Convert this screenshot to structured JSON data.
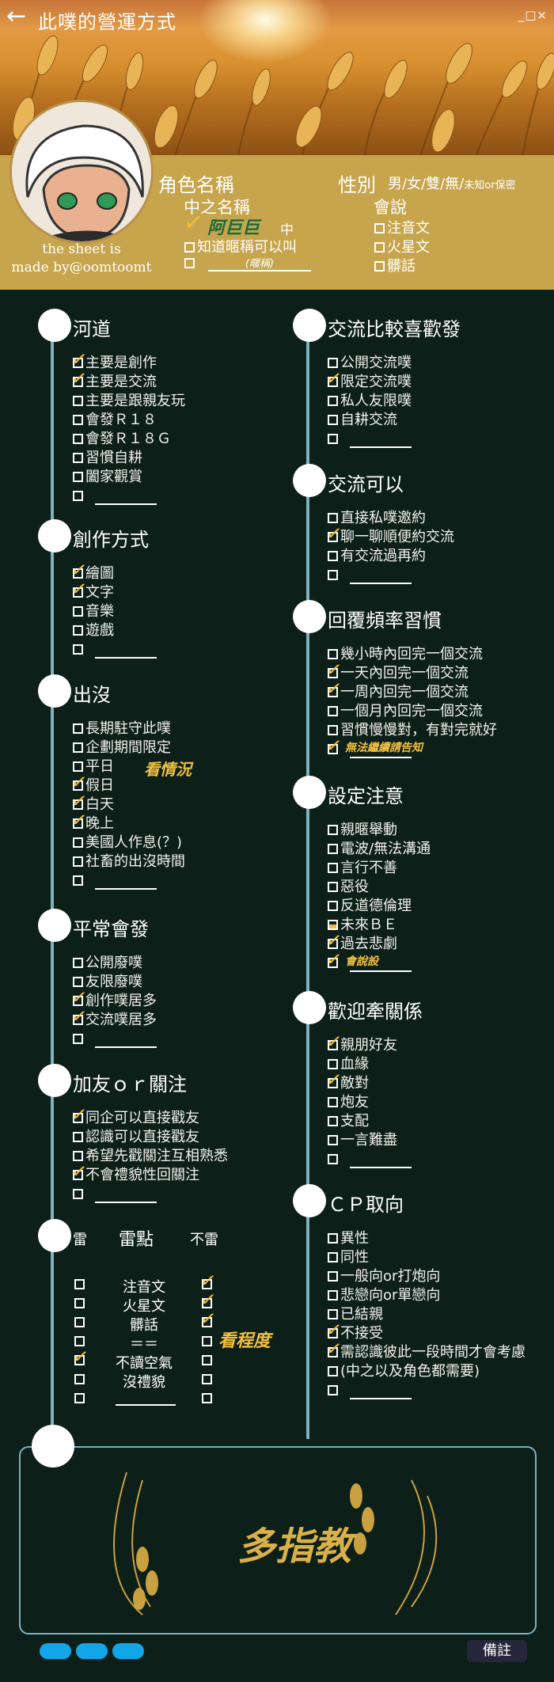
{
  "header": {
    "title": "此噗的營運方式",
    "window_controls": "_□×",
    "credit_line1": "the sheet is",
    "credit_line2": "made by@oomtoomt"
  },
  "info": {
    "role_name_label": "角色名稱",
    "gender_label": "性別",
    "gender_options": "男/女/雙/無/",
    "gender_unknown": "未知or保密",
    "nickname_label": "中之名稱",
    "nickname_value": "阿巨巨",
    "nickname_suffix": "中",
    "nickname_opt2": "知道暱稱可以叫",
    "nickname_blank_hint": "(暱稱)",
    "lang_label": "會說",
    "lang_opts": [
      "注音文",
      "火星文",
      "髒話"
    ]
  },
  "left": {
    "hedao": {
      "title": "河道",
      "items": [
        "主要是創作",
        "主要是交流",
        "主要是跟親友玩",
        "會發Ｒ１８",
        "會發Ｒ１８Ｇ",
        "習慣自耕",
        "闔家觀賞",
        ""
      ]
    },
    "create": {
      "title": "創作方式",
      "items": [
        "繪圖",
        "文字",
        "音樂",
        "遊戲",
        ""
      ]
    },
    "active": {
      "title": "出沒",
      "items": [
        "長期駐守此噗",
        "企劃期間限定",
        "平日",
        "假日",
        "白天",
        "晚上",
        "美國人作息(？)",
        "社畜的出沒時間",
        ""
      ],
      "note": "看情況"
    },
    "posts": {
      "title": "平常會發",
      "items": [
        "公開廢噗",
        "友限廢噗",
        "創作噗居多",
        "交流噗居多",
        ""
      ]
    },
    "friend": {
      "title": "加友ｏｒ關注",
      "items": [
        "同企可以直接戳友",
        "認識可以直接戳友",
        "希望先戳關注互相熟悉",
        "不會禮貌性回關注",
        ""
      ]
    },
    "mine": {
      "title": "雷",
      "head_mid": "雷點",
      "head_right": "不雷",
      "rows": [
        "注音文",
        "火星文",
        "髒話",
        "＝＝",
        "不讀空氣",
        "沒禮貌",
        ""
      ],
      "note": "看程度"
    }
  },
  "right": {
    "prefer": {
      "title": "交流比較喜歡發",
      "items": [
        "公開交流噗",
        "限定交流噗",
        "私人友限噗",
        "自耕交流",
        ""
      ]
    },
    "can": {
      "title": "交流可以",
      "items": [
        "直接私噗邀約",
        "聊一聊順便約交流",
        "有交流過再約",
        ""
      ]
    },
    "reply": {
      "title": "回覆頻率習慣",
      "items": [
        "幾小時內回完一個交流",
        "一天內回完一個交流",
        "一周內回完一個交流",
        "一個月內回完一個交流",
        "習慣慢慢對，有對完就好",
        ""
      ],
      "note": "無法繼續請告知"
    },
    "notice": {
      "title": "設定注意",
      "items": [
        "親暱舉動",
        "電波/無法溝通",
        "言行不善",
        "惡役",
        "反道德倫理",
        "未來ＢＥ",
        "過去悲劇",
        ""
      ],
      "note": "會說設"
    },
    "relation": {
      "title": "歡迎牽關係",
      "items": [
        "親朋好友",
        "血緣",
        "敵對",
        "炮友",
        "支配",
        "一言難盡",
        ""
      ]
    },
    "cp": {
      "title": "ＣＰ取向",
      "items": [
        "異性",
        "同性",
        "一般向or打炮向",
        "悲戀向or單戀向",
        "已結親",
        "不接受",
        "需認識彼此一段時間才會考慮",
        "(中之以及角色都需要)",
        ""
      ]
    }
  },
  "bottom": {
    "signature": "多指教",
    "remark_button": "備註"
  },
  "colors": {
    "accent": "#f2bd3a",
    "background": "#0d1f19",
    "timeline": "#7fb2be",
    "band": "#c7a54c",
    "pill": "#12a6e8"
  }
}
